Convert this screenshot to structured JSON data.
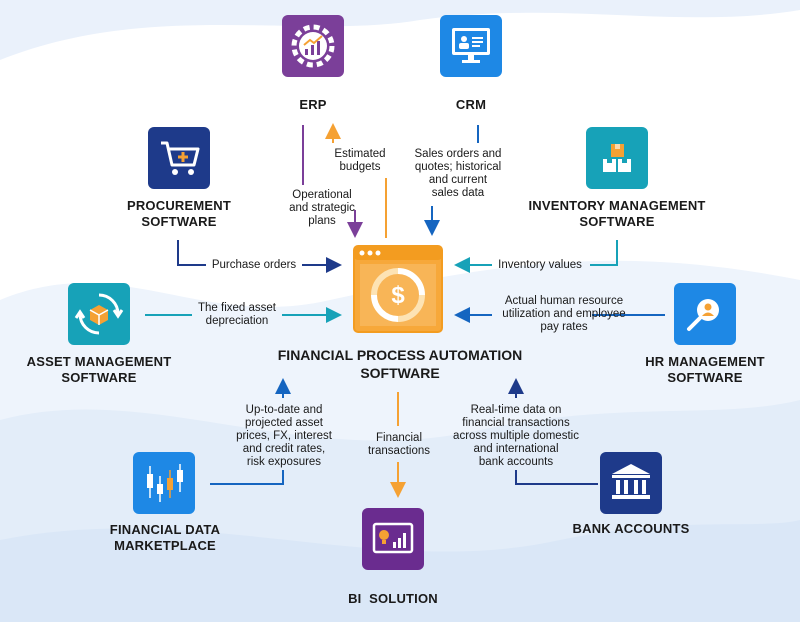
{
  "colors": {
    "purple": "#7b3f99",
    "blue": "#1565c0",
    "navy": "#1e3a8a",
    "teal": "#17a2b8",
    "orange": "#f5a133",
    "bi_purple": "#6a2c8f"
  },
  "center": {
    "title_line1": "FINANCIAL PROCESS AUTOMATION",
    "title_line2": "SOFTWARE",
    "icon": "dollar-cycle-icon"
  },
  "nodes": {
    "erp": {
      "title": "ERP",
      "icon": "gear-chart-icon"
    },
    "crm": {
      "title": "CRM",
      "icon": "monitor-contact-icon"
    },
    "procurement": {
      "title_line1": "PROCUREMENT",
      "title_line2": "SOFTWARE",
      "icon": "cart-icon"
    },
    "inventory": {
      "title_line1": "INVENTORY MANAGEMENT",
      "title_line2": "SOFTWARE",
      "icon": "boxes-icon"
    },
    "asset": {
      "title_line1": "ASSET MANAGEMENT",
      "title_line2": "SOFTWARE",
      "icon": "box-cycle-icon"
    },
    "hr": {
      "title_line1": "HR MANAGEMENT",
      "title_line2": "SOFTWARE",
      "icon": "person-search-icon"
    },
    "marketplace": {
      "title_line1": "FINANCIAL DATA",
      "title_line2": "MARKETPLACE",
      "icon": "candlestick-icon"
    },
    "bank": {
      "title": "BANK ACCOUNTS",
      "icon": "bank-icon"
    },
    "bi": {
      "title": "BI  SOLUTION",
      "icon": "bulb-chart-icon"
    }
  },
  "labels": {
    "estimated_budgets": [
      "Estimated",
      "budgets"
    ],
    "operational_plans": [
      "Operational",
      "and strategic",
      "plans"
    ],
    "sales_orders": [
      "Sales orders and",
      "quotes; historical",
      "and current",
      "sales data"
    ],
    "purchase_orders": [
      "Purchase orders"
    ],
    "inventory_values": [
      "Inventory values"
    ],
    "fixed_asset": [
      "The fixed asset",
      "depreciation"
    ],
    "hr_utilization": [
      "Actual human resource",
      "utilization and employee",
      "pay rates"
    ],
    "market_data": [
      "Up-to-date and",
      "projected asset",
      "prices, FX, interest",
      "and credit rates,",
      "risk exposures"
    ],
    "financial_transactions": [
      "Financial",
      "transactions"
    ],
    "bank_data": [
      "Real-time data on",
      "financial transactions",
      "across multiple domestic",
      "and international",
      "bank accounts"
    ]
  }
}
